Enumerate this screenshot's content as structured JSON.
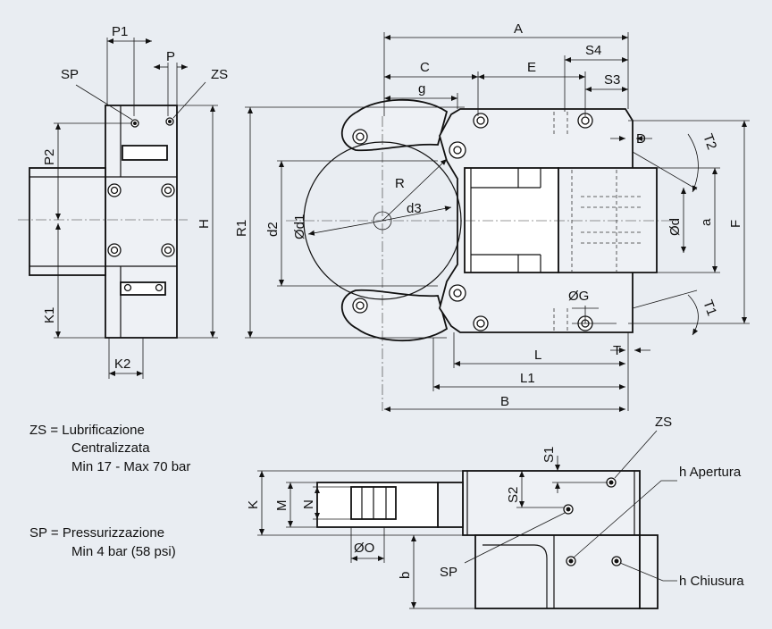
{
  "dimensions": {
    "A": "A",
    "B": "B",
    "C": "C",
    "E": "E",
    "g": "g",
    "S4": "S4",
    "S3": "S3",
    "D": "D",
    "T2": "T2",
    "T1": "T1",
    "T": "T",
    "L": "L",
    "L1": "L1",
    "R": "R",
    "R1": "R1",
    "d1": "Ød1",
    "d2": "d2",
    "d3": "d3",
    "d": "Ød",
    "a": "a",
    "F": "F",
    "G": "ØG",
    "H": "H",
    "P": "P",
    "P1": "P1",
    "P2": "P2",
    "K1": "K1",
    "K2": "K2",
    "K": "K",
    "M": "M",
    "N": "N",
    "O": "ØO",
    "S1": "S1",
    "S2": "S2",
    "b": "b"
  },
  "callouts": {
    "ZS": "ZS",
    "SP": "SP",
    "ZS_bottom": "ZS",
    "SP_bottom": "SP",
    "h_apertura": "h Apertura",
    "h_chiusura": "h Chiusura"
  },
  "legend": {
    "zs_line1": "ZS = Lubrificazione",
    "zs_line2": "Centralizzata",
    "zs_line3": "Min 17 - Max 70 bar",
    "sp_line1": "SP = Pressurizzazione",
    "sp_line2": "Min 4 bar (58 psi)"
  },
  "colors": {
    "background": "#e9edf2",
    "line": "#111111"
  }
}
